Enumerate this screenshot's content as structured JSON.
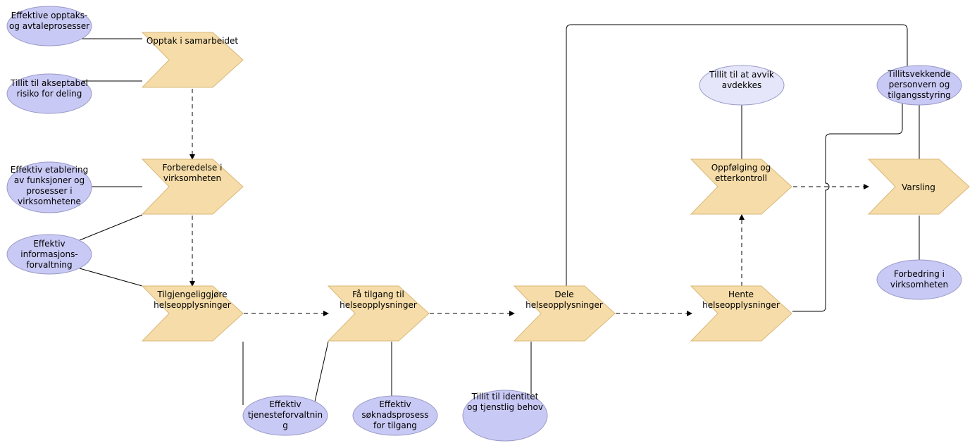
{
  "processes": {
    "opptak": [
      "Opptak i samarbeidet"
    ],
    "forberedelse": [
      "Forberedelse i",
      "virksomheten"
    ],
    "tilgjengeliggjore": [
      "Tilgjengeliggjøre",
      "helseopplysninger"
    ],
    "fa_tilgang": [
      "Få tilgang til",
      "helseopplysninger"
    ],
    "dele": [
      "Dele",
      "helseopplysninger"
    ],
    "hente": [
      "Hente",
      "helseopplysninger"
    ],
    "oppfolging": [
      "Oppfølging og",
      "etterkontroll"
    ],
    "varsling": [
      "Varsling"
    ]
  },
  "goals": {
    "opptaksprosesser": [
      "Effektive opptaks-",
      "og avtaleprosesser"
    ],
    "akseptabel_risiko": [
      "Tillit til akseptabel",
      "risiko for deling"
    ],
    "etablering": [
      "Effektiv etablering",
      "av funksjoner og",
      "prosesser i",
      "virksomhetene"
    ],
    "informasjonsforvaltning": [
      "Effektiv",
      "informasjons-",
      "forvaltning"
    ],
    "tjenesteforvaltning": [
      "Effektiv",
      "tjenesteforvaltnin",
      "g"
    ],
    "soknadsprosess": [
      "Effektiv",
      "søknadsprosess",
      "for tilgang"
    ],
    "identitet": [
      "Tillit til identitet",
      "og tjenstlig behov"
    ],
    "avvik": [
      "Tillit til at avvik",
      "avdekkes"
    ],
    "personvern": [
      "Tillitsvekkende",
      "personvern og",
      "tilgangsstyring"
    ],
    "forbedring": [
      "Forbedring i",
      "virksomheten"
    ]
  }
}
